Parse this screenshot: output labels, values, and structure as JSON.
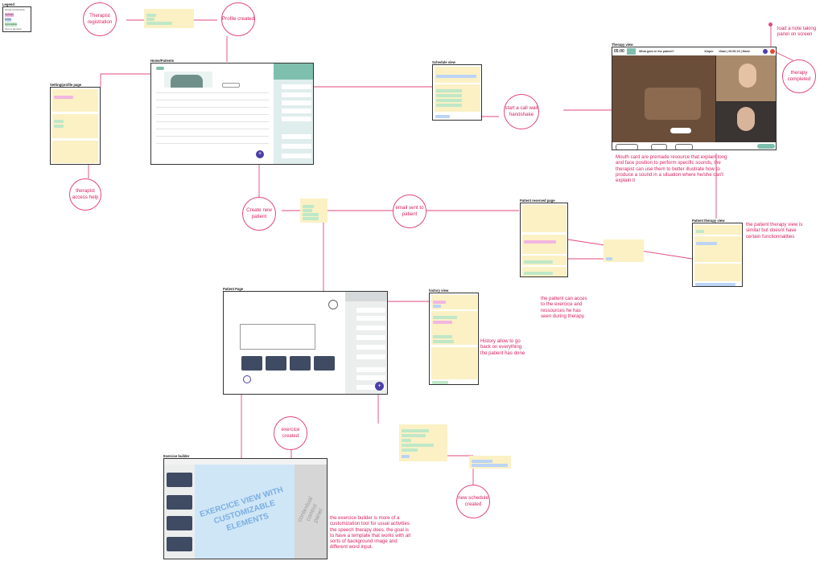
{
  "legend": {
    "title": "Legend",
    "items": [
      "Group of elements",
      "highlight",
      "button",
      "input action",
      "Text or element"
    ]
  },
  "bubbles": {
    "therapist_registration": "Therapist registration",
    "profile_created": "Profile created",
    "therapist_access_help": "therapist access help",
    "create_new_patient": "Create new patient",
    "email_sent": "email sent to patient",
    "start_call": "start a call wait handshake",
    "load_note": "load a note taking panel on screen",
    "therapy_completed": "therapy completed",
    "exercice_created": "exercice created",
    "new_schedule": "new schedule created"
  },
  "screens": {
    "home": "Home/Patients",
    "settings": "Setting/profile page",
    "schedule": "Schedule view",
    "therapy": "Therapy view",
    "patient_reserved": "Patient reserved page",
    "patient_therapy": "Patient therapy view",
    "patient_page": "Patient Page",
    "history": "history view",
    "builder": "Exercice builder"
  },
  "therapy_bar": {
    "timer": "05:00",
    "question": "What goes in the patient?",
    "stats": "11bpm",
    "time": "10am | 00:06:23 | Marie"
  },
  "builder": {
    "canvas": "EXERCICE VIEW WITH CUSTOMIZABLE ELEMENTS",
    "panel": "contextual control panel"
  },
  "annotations": {
    "mouth_card": "Mouth card are premade resource that explain tong and face position to perform specific sounds, the therapist can use them to better illustrate how to produce a sound in a situation where he/she can't explain it",
    "patient_therapy_note": "the patient therapy view is similar but doesnt have certain functionnalities",
    "patient_access": "the patient can acces to the exercice and ressources he has seen during therapy",
    "history_note": "History allow to go back on everything the patient has done",
    "builder_note": "the exercice builder is more of a customization tool for usual activities the speech therapy does. the goal is to have a template that works with all sorts of background image and different word input."
  },
  "colors": {
    "accent": "#d8215d",
    "note": "#fbf1c4",
    "teal": "#7fbfae",
    "canvas": "#cfe6f7",
    "tile": "#3f4a63",
    "fab": "#4b3fa8"
  }
}
